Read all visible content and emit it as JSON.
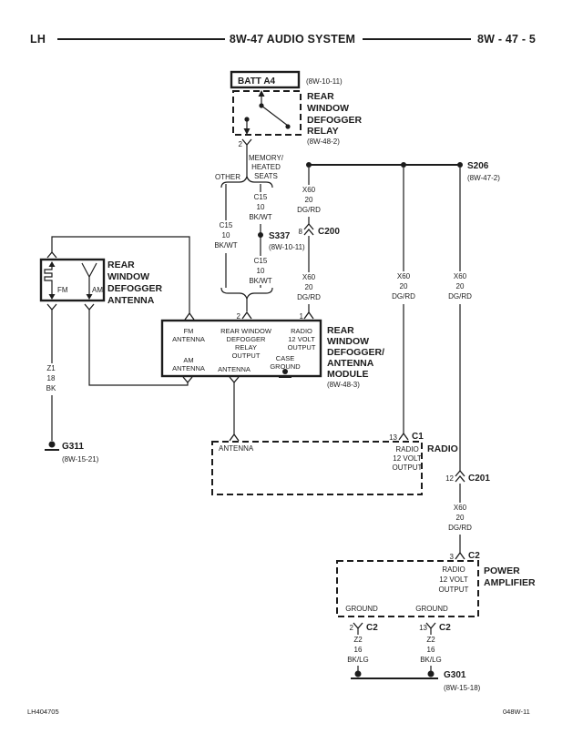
{
  "colors": {
    "ink": "#1c1c1c",
    "paper": "#ffffff"
  },
  "header": {
    "left": "LH",
    "title": "8W-47 AUDIO SYSTEM",
    "page": "8W - 47 - 5"
  },
  "footer": {
    "left": "LH404705",
    "right": "048W-11"
  },
  "battery": {
    "label": "BATT A4",
    "ref": "(8W-10-11)"
  },
  "relay": {
    "name": [
      "REAR",
      "WINDOW",
      "DEFOGGER",
      "RELAY"
    ],
    "ref": "(8W-48-2)",
    "pin": "2"
  },
  "split": {
    "left": "OTHER",
    "right": [
      "MEMORY/",
      "HEATED",
      "SEATS"
    ]
  },
  "splices": {
    "s337": {
      "label": "S337",
      "ref": "(8W-10-11)"
    },
    "s206": {
      "label": "S206",
      "ref": "(8W-47-2)"
    }
  },
  "grounds": {
    "g311": {
      "label": "G311",
      "ref": "(8W-15-21)"
    },
    "g301": {
      "label": "G301",
      "ref": "(8W-15-18)"
    }
  },
  "wires": {
    "c15_other": [
      "C15",
      "10",
      "BK/WT"
    ],
    "c15_mem_upper": [
      "C15",
      "10",
      "BK/WT"
    ],
    "c15_mem_lower": [
      "C15",
      "10",
      "BK/WT"
    ],
    "x60_bus_upper": [
      "X60",
      "20",
      "DG/RD"
    ],
    "x60_bus_lower": [
      "X60",
      "20",
      "DG/RD"
    ],
    "x60_radio": [
      "X60",
      "20",
      "DG/RD"
    ],
    "x60_amp_upper": [
      "X60",
      "20",
      "DG/RD"
    ],
    "x60_amp_lower": [
      "X60",
      "20",
      "DG/RD"
    ],
    "z1": [
      "Z1",
      "18",
      "BK"
    ],
    "z2_left": [
      "Z2",
      "16",
      "BK/LG"
    ],
    "z2_right": [
      "Z2",
      "16",
      "BK/LG"
    ]
  },
  "connectors": {
    "c200": {
      "pin": "8",
      "label": "C200"
    },
    "c1": {
      "pin": "13",
      "label": "C1"
    },
    "c201": {
      "pin": "12",
      "label": "C201"
    },
    "c2_in": {
      "pin": "3",
      "label": "C2"
    },
    "c2_gnd_left": {
      "pin": "2",
      "label": "C2"
    },
    "c2_gnd_right": {
      "pin": "13",
      "label": "C2"
    }
  },
  "module": {
    "pin_relay": "2",
    "pin_radio": "1",
    "fm": [
      "FM",
      "ANTENNA"
    ],
    "relay_out": [
      "REAR WINDOW",
      "DEFOGGER",
      "RELAY",
      "OUTPUT"
    ],
    "radio_out": [
      "RADIO",
      "12 VOLT",
      "OUTPUT"
    ],
    "am": [
      "AM",
      "ANTENNA"
    ],
    "antenna": "ANTENNA",
    "case_ground": [
      "CASE",
      "GROUND"
    ],
    "name": [
      "REAR",
      "WINDOW",
      "DEFOGGER/",
      "ANTENNA",
      "MODULE"
    ],
    "ref": "(8W-48-3)"
  },
  "antenna_box": {
    "name": [
      "REAR",
      "WINDOW",
      "DEFOGGER",
      "ANTENNA"
    ],
    "fm": "FM",
    "am": "AM"
  },
  "radio": {
    "antenna": "ANTENNA",
    "out": [
      "RADIO",
      "12 VOLT",
      "OUTPUT"
    ],
    "name": "RADIO"
  },
  "amplifier": {
    "out": [
      "RADIO",
      "12 VOLT",
      "OUTPUT"
    ],
    "ground_left": "GROUND",
    "ground_right": "GROUND",
    "name": [
      "POWER",
      "AMPLIFIER"
    ]
  }
}
